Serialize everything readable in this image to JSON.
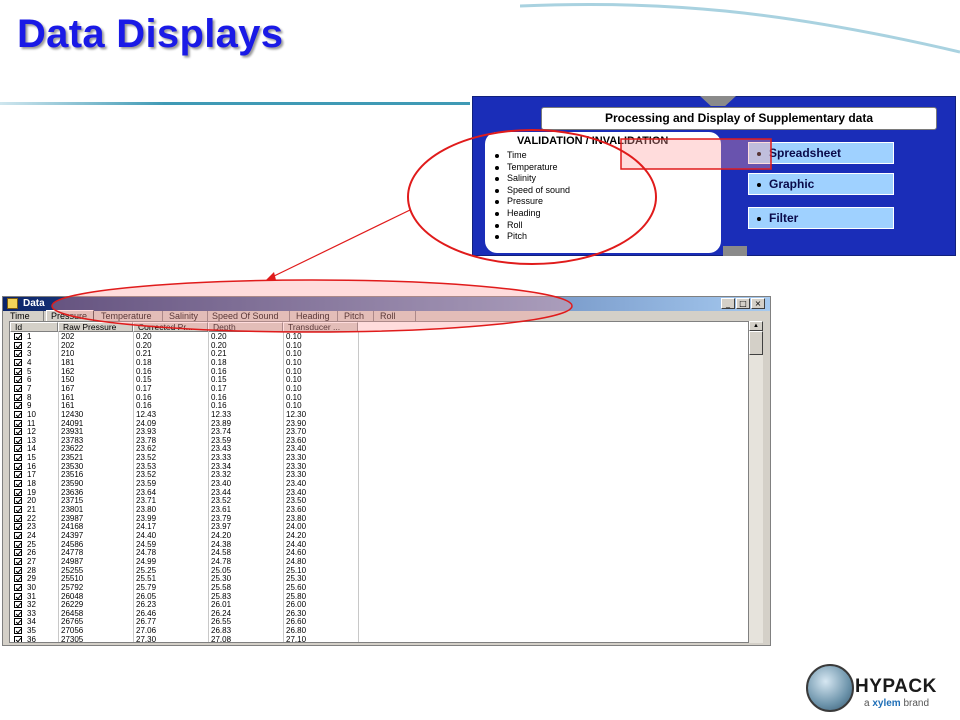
{
  "slide": {
    "title": "Data Displays"
  },
  "panel": {
    "title": "Processing and Display of Supplementary data",
    "validation_title": "VALIDATION / INVALIDATION",
    "validation_items": [
      "Time",
      "Temperature",
      "Salinity",
      "Speed of sound",
      "Pressure",
      "Heading",
      "Roll",
      "Pitch"
    ],
    "options": [
      {
        "label": "Spreadsheet"
      },
      {
        "label": "Graphic"
      },
      {
        "label": "Filter"
      }
    ]
  },
  "window": {
    "title": "Data",
    "controls": [
      "_",
      "□",
      "×"
    ],
    "tabs": [
      "Time",
      "Pressure",
      "Temperature",
      "Salinity",
      "Speed Of Sound",
      "Heading",
      "Pitch",
      "Roll"
    ],
    "active_tab": "Pressure",
    "columns": [
      "Id",
      "Raw Pressure",
      "Corrected Pr...",
      "Depth",
      "Transducer ..."
    ],
    "rows": [
      [
        "1",
        "202",
        "0.20",
        "0.20",
        "0.10"
      ],
      [
        "2",
        "202",
        "0.20",
        "0.20",
        "0.10"
      ],
      [
        "3",
        "210",
        "0.21",
        "0.21",
        "0.10"
      ],
      [
        "4",
        "181",
        "0.18",
        "0.18",
        "0.10"
      ],
      [
        "5",
        "162",
        "0.16",
        "0.16",
        "0.10"
      ],
      [
        "6",
        "150",
        "0.15",
        "0.15",
        "0.10"
      ],
      [
        "7",
        "167",
        "0.17",
        "0.17",
        "0.10"
      ],
      [
        "8",
        "161",
        "0.16",
        "0.16",
        "0.10"
      ],
      [
        "9",
        "161",
        "0.16",
        "0.16",
        "0.10"
      ],
      [
        "10",
        "12430",
        "12.43",
        "12.33",
        "12.30"
      ],
      [
        "11",
        "24091",
        "24.09",
        "23.89",
        "23.90"
      ],
      [
        "12",
        "23931",
        "23.93",
        "23.74",
        "23.70"
      ],
      [
        "13",
        "23783",
        "23.78",
        "23.59",
        "23.60"
      ],
      [
        "14",
        "23622",
        "23.62",
        "23.43",
        "23.40"
      ],
      [
        "15",
        "23521",
        "23.52",
        "23.33",
        "23.30"
      ],
      [
        "16",
        "23530",
        "23.53",
        "23.34",
        "23.30"
      ],
      [
        "17",
        "23516",
        "23.52",
        "23.32",
        "23.30"
      ],
      [
        "18",
        "23590",
        "23.59",
        "23.40",
        "23.40"
      ],
      [
        "19",
        "23636",
        "23.64",
        "23.44",
        "23.40"
      ],
      [
        "20",
        "23715",
        "23.71",
        "23.52",
        "23.50"
      ],
      [
        "21",
        "23801",
        "23.80",
        "23.61",
        "23.60"
      ],
      [
        "22",
        "23987",
        "23.99",
        "23.79",
        "23.80"
      ],
      [
        "23",
        "24168",
        "24.17",
        "23.97",
        "24.00"
      ],
      [
        "24",
        "24397",
        "24.40",
        "24.20",
        "24.20"
      ],
      [
        "25",
        "24586",
        "24.59",
        "24.38",
        "24.40"
      ],
      [
        "26",
        "24778",
        "24.78",
        "24.58",
        "24.60"
      ],
      [
        "27",
        "24987",
        "24.99",
        "24.78",
        "24.80"
      ],
      [
        "28",
        "25255",
        "25.25",
        "25.05",
        "25.10"
      ],
      [
        "29",
        "25510",
        "25.51",
        "25.30",
        "25.30"
      ],
      [
        "30",
        "25792",
        "25.79",
        "25.58",
        "25.60"
      ],
      [
        "31",
        "26048",
        "26.05",
        "25.83",
        "25.80"
      ],
      [
        "32",
        "26229",
        "26.23",
        "26.01",
        "26.00"
      ],
      [
        "33",
        "26458",
        "26.46",
        "26.24",
        "26.30"
      ],
      [
        "34",
        "26765",
        "26.77",
        "26.55",
        "26.60"
      ],
      [
        "35",
        "27056",
        "27.06",
        "26.83",
        "26.80"
      ],
      [
        "36",
        "27305",
        "27.30",
        "27.08",
        "27.10"
      ]
    ]
  },
  "logo": {
    "name": "HYPACK",
    "tag_prefix": "a ",
    "tag_brand": "xylem",
    "tag_suffix": " brand"
  },
  "colors": {
    "title": "#1a1ae6",
    "panel_bg": "#1a2db8",
    "option_bg": "#9fd1ff",
    "annotation": "#e01b1b",
    "titlebar": "#0a246a"
  }
}
